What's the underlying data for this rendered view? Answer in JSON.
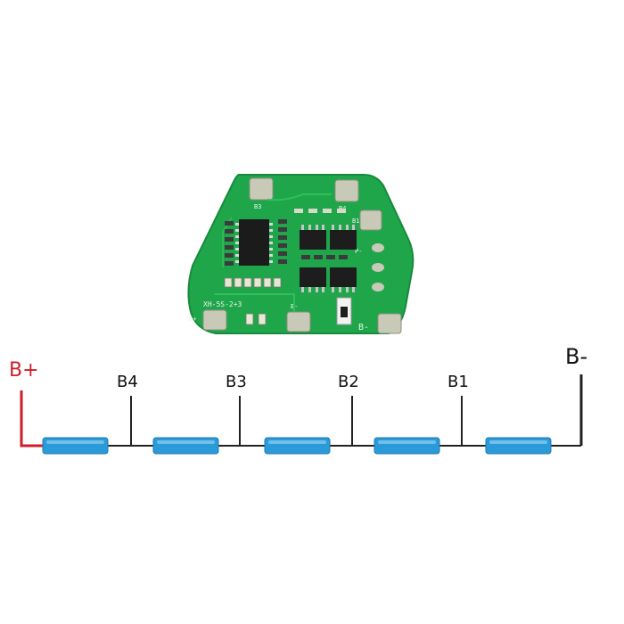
{
  "pcb": {
    "board_color": "#1fa64a",
    "pad_color": "#c9c9b8",
    "silkscreen_code": "XH-5S-2+3",
    "pad_labels": {
      "b3": "B3",
      "b4": "B4",
      "b1": "B1",
      "b_plus": "B+",
      "b_minus": "B-",
      "small_b_minus": "B-",
      "p_minus": "P-"
    }
  },
  "wiring": {
    "labels": {
      "b_plus": "B+",
      "b4": "B4",
      "b3": "B3",
      "b2": "B2",
      "b1": "B1",
      "b_minus": "B-"
    },
    "colors": {
      "positive_wire": "#cc1f2b",
      "negative_wire": "#222222",
      "cell": "#2b9ad8"
    },
    "cell_count": 5
  }
}
